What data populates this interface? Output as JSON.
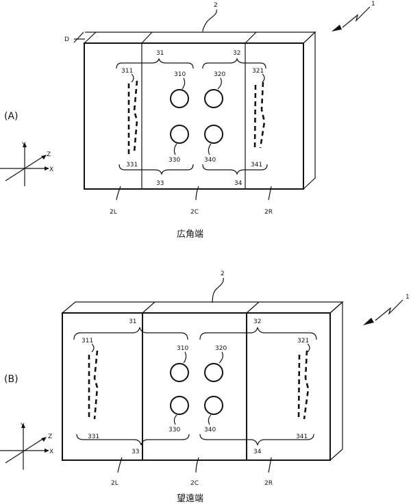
{
  "figures": [
    {
      "panel_label": "(A)",
      "caption": "広角端",
      "labels": {
        "device": "1",
        "housing": "2",
        "depth": "D",
        "group_left_top": "31",
        "group_right_top": "32",
        "group_left_bottom": "33",
        "group_right_bottom": "34",
        "left_mic": "311",
        "cam_tl": "310",
        "cam_tr": "320",
        "right_mic": "321",
        "left_mic_b": "331",
        "cam_bl": "330",
        "cam_br": "340",
        "right_mic_b": "341",
        "part_left": "2L",
        "part_center": "2C",
        "part_right": "2R"
      },
      "axes": {
        "x": "X",
        "y": "Y",
        "z": "Z"
      }
    },
    {
      "panel_label": "(B)",
      "caption": "望遠端",
      "labels": {
        "device": "1",
        "housing": "2",
        "group_left_top": "31",
        "group_right_top": "32",
        "group_left_bottom": "33",
        "group_right_bottom": "34",
        "left_mic": "311",
        "cam_tl": "310",
        "cam_tr": "320",
        "right_mic": "321",
        "left_mic_b": "331",
        "cam_bl": "330",
        "cam_br": "340",
        "right_mic_b": "341",
        "part_left": "2L",
        "part_center": "2C",
        "part_right": "2R"
      },
      "axes": {
        "x": "X",
        "y": "Y",
        "z": "Z"
      }
    }
  ]
}
